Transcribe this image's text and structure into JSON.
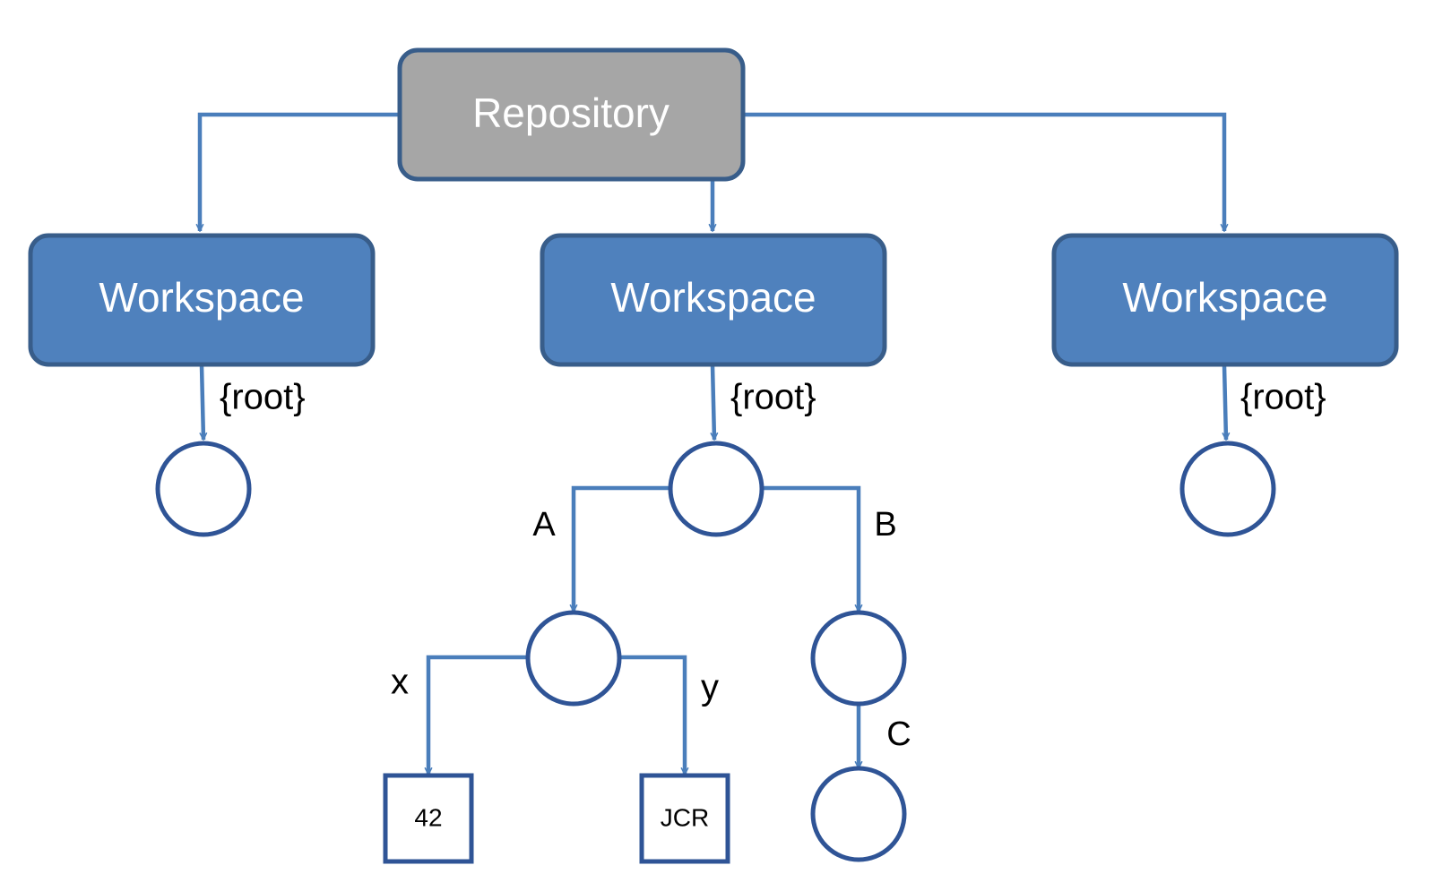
{
  "repository": {
    "label": "Repository"
  },
  "workspaces": [
    {
      "label": "Workspace",
      "root_label": "{root}"
    },
    {
      "label": "Workspace",
      "root_label": "{root}"
    },
    {
      "label": "Workspace",
      "root_label": "{root}"
    }
  ],
  "edges": {
    "a": "A",
    "b": "B",
    "x": "x",
    "y": "y",
    "c": "C"
  },
  "values": {
    "x_value": "42",
    "y_value": "JCR"
  },
  "colors": {
    "line": "#4a7ebb",
    "workspace_fill": "#4f81bd",
    "workspace_stroke": "#385d8a",
    "repository_fill": "#a6a6a6",
    "repository_stroke": "#385d8a",
    "node_stroke": "#2f5496",
    "value_stroke": "#2f5496"
  }
}
